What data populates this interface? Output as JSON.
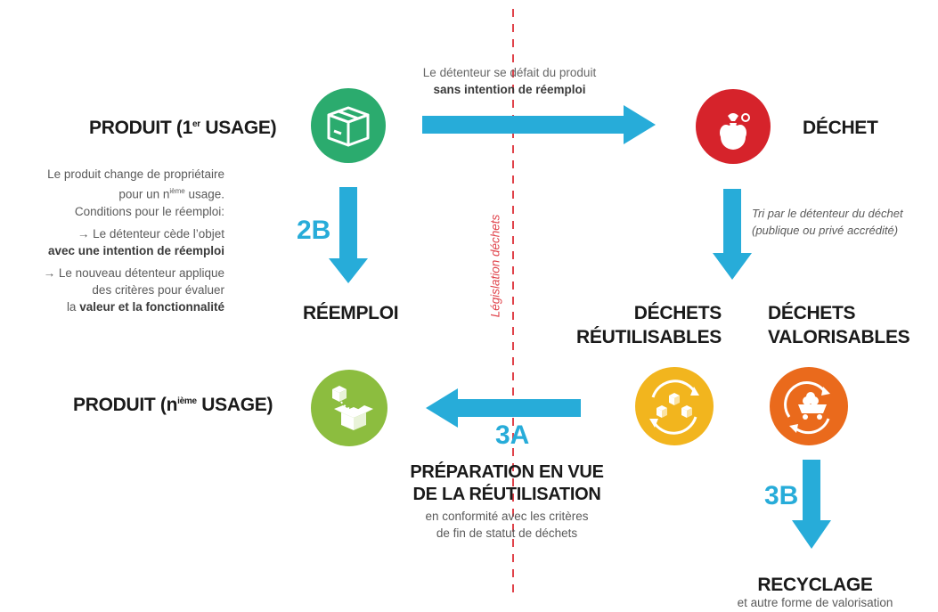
{
  "top": {
    "line1": "Le détenteur se défait du produit",
    "line2": "sans intention de réemploi"
  },
  "produit_1": {
    "prefix": "PRODUIT (1",
    "sup": "er",
    "suffix": " USAGE)"
  },
  "dechet": "DÉCHET",
  "tri": {
    "line1": "Tri par le détenteur du déchet",
    "line2": "(publique ou privé accrédité)"
  },
  "left_note": {
    "l1": "Le produit change de propriétaire",
    "l2a": "pour un n",
    "l2sup": "ième",
    "l2b": " usage.",
    "l3": "Conditions pour le réemploi:",
    "l4": "→ Le détenteur cède l’objet",
    "l5": "avec une intention de réemploi",
    "l6": "→ Le nouveau détenteur applique",
    "l7": "des critères pour évaluer",
    "l8a": "la ",
    "l8b": "valeur et la fonctionnalité"
  },
  "step_2b": "2B",
  "reemploi": "RÉEMPLOI",
  "legislation": "Législation déchets",
  "dechets_reutilisables": {
    "l1": "DÉCHETS",
    "l2": "RÉUTILISABLES"
  },
  "dechets_valorisables": {
    "l1": "DÉCHETS",
    "l2": "VALORISABLES"
  },
  "produit_n": {
    "prefix": "PRODUIT (n",
    "sup": "ième",
    "suffix": " USAGE)"
  },
  "step_3a": "3A",
  "preparation": {
    "l1": "PRÉPARATION EN VUE",
    "l2": "DE LA RÉUTILISATION",
    "l3": "en conformité avec les critères",
    "l4": "de fin de statut de déchets"
  },
  "step_3b": "3B",
  "recyclage": {
    "title": "RECYCLAGE",
    "sub": "et autre forme de valorisation"
  },
  "colors": {
    "arrow": "#27acd9",
    "produit_circle": "#2bab6e",
    "dechet_circle": "#d6232b",
    "reutilisables_circle": "#f2b51e",
    "valorisables_circle": "#ea6a1c",
    "produit_n_circle": "#8cbd3f",
    "divider": "#e0424a"
  },
  "icons": {
    "produit": "box-icon",
    "dechet": "trash-bag-icon",
    "reutilisables": "reuse-boxes-icon",
    "valorisables": "mine-cart-recycle-icon",
    "produit_n": "open-box-icon"
  }
}
